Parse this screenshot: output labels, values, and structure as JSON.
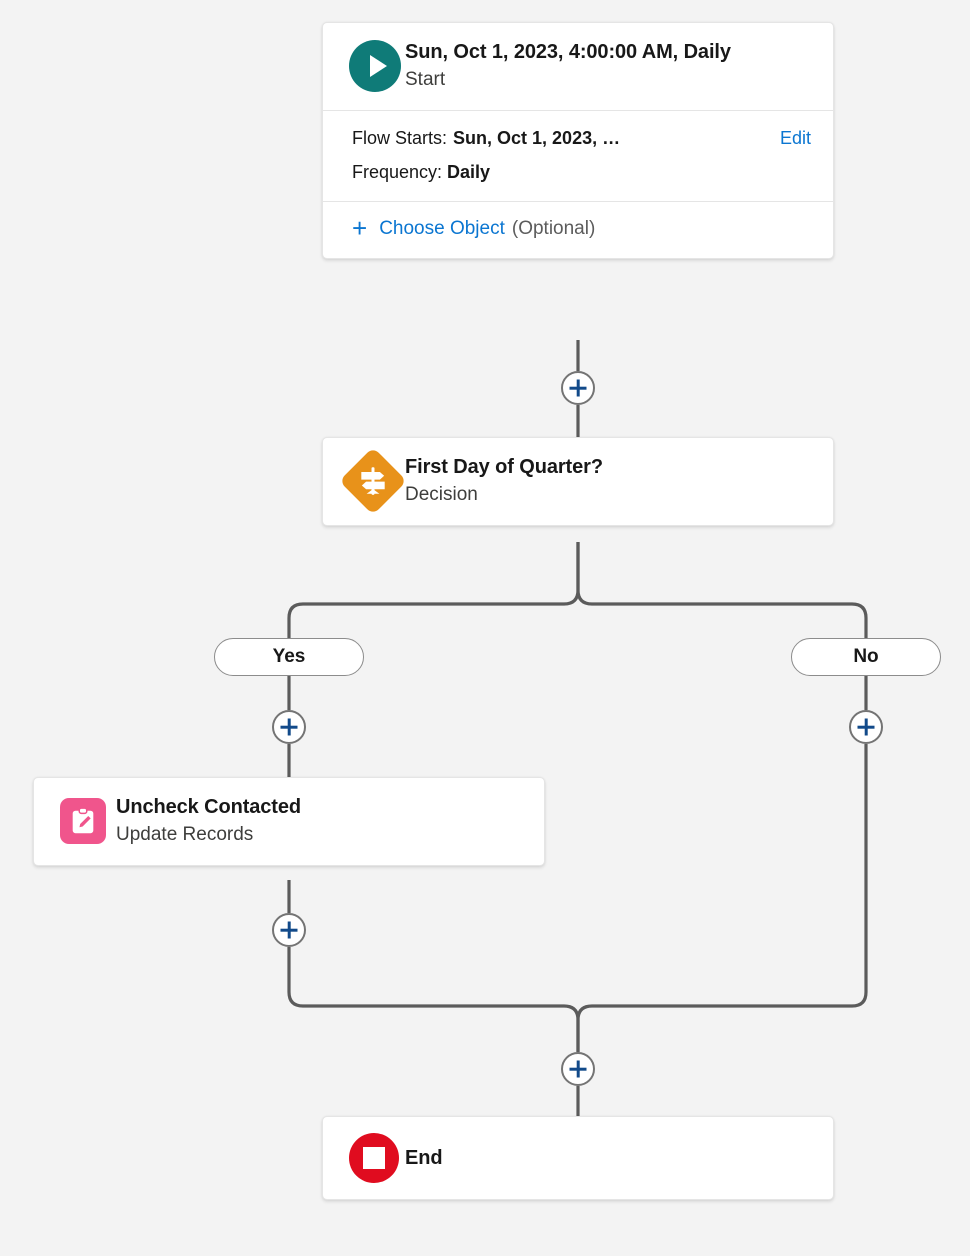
{
  "canvas": {
    "background": "#f3f3f3",
    "connector_color": "#5b5b5b",
    "link_color": "#0b76d1",
    "plus_color": "#124a8a"
  },
  "flow": {
    "start_node": {
      "icon": "play-icon",
      "icon_color": "#0f7b78",
      "title": "Sun, Oct 1, 2023, 4:00:00 AM, Daily",
      "subtitle": "Start",
      "details": [
        {
          "label": "Flow Starts:",
          "value": "Sun, Oct 1, 2023, …"
        },
        {
          "label": "Frequency:",
          "value": "Daily"
        }
      ],
      "edit_label": "Edit",
      "choose_object": {
        "plus": "+",
        "label": "Choose Object",
        "optional": "(Optional)"
      }
    },
    "decision_node": {
      "icon": "decision-signpost-icon",
      "icon_color": "#e8921a",
      "title": "First Day of Quarter?",
      "subtitle": "Decision"
    },
    "branches": [
      {
        "label": "Yes"
      },
      {
        "label": "No"
      }
    ],
    "update_node": {
      "icon": "update-records-clipboard-pencil-icon",
      "icon_color": "#f0558c",
      "title": "Uncheck Contacted",
      "subtitle": "Update Records"
    },
    "end_node": {
      "icon": "end-stop-icon",
      "icon_color": "#e00c1f",
      "title": "End"
    },
    "add_buttons": [
      {
        "name": "add-element-after-start"
      },
      {
        "name": "add-element-yes-branch"
      },
      {
        "name": "add-element-no-branch"
      },
      {
        "name": "add-element-after-update"
      },
      {
        "name": "add-element-before-end"
      }
    ]
  }
}
